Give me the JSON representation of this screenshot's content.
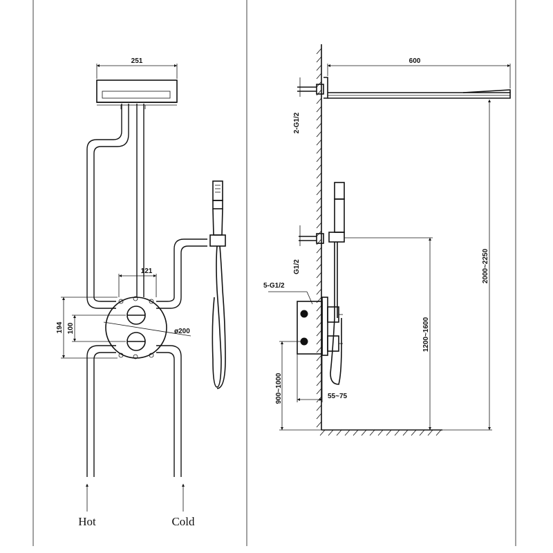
{
  "front_view": {
    "shower_head_width": "251",
    "valve_spacing": "121",
    "panel_height": "194",
    "panel_inner_height": "100",
    "panel_diameter": "ø200",
    "inlet_hot_label": "Hot",
    "inlet_cold_label": "Cold"
  },
  "side_view": {
    "arm_length": "600",
    "arm_connection": "2-G1/2",
    "handshower_connection": "G1/2",
    "valve_connections": "5-G1/2",
    "shower_height": "2000~2250",
    "handshower_height": "1200~1600",
    "valve_height": "900~1000",
    "wall_depth": "55~75"
  }
}
